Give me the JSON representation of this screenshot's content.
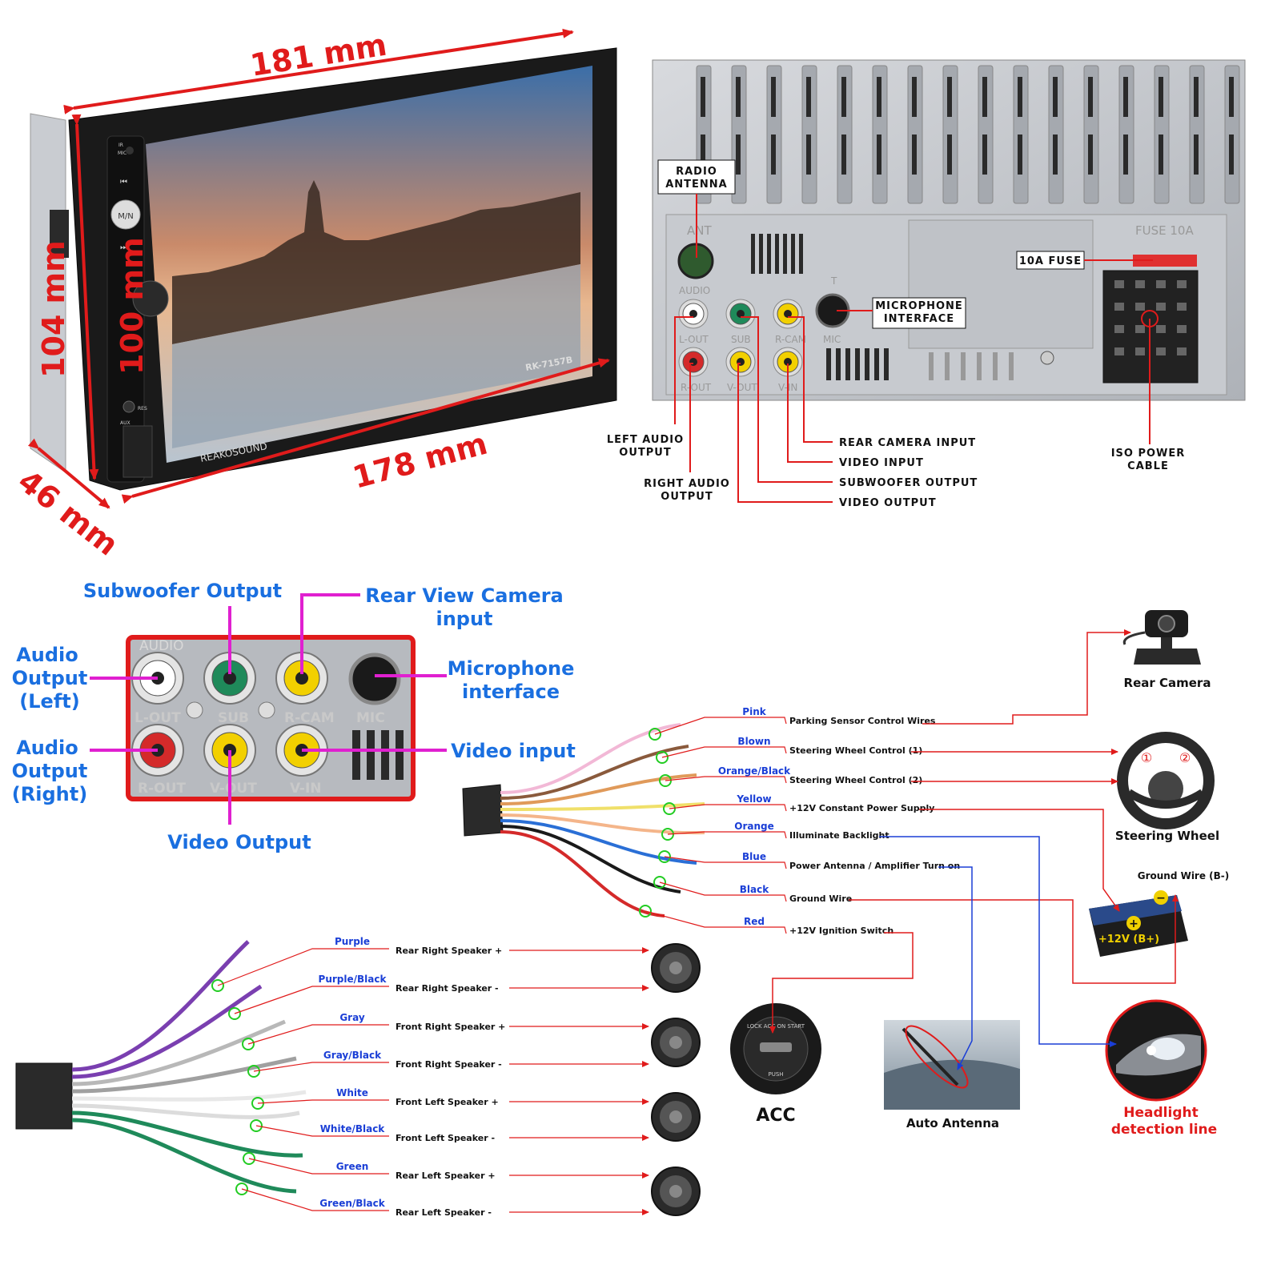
{
  "front_unit": {
    "dims": {
      "top": "181 mm",
      "bottom": "178 mm",
      "height_outer": "104 mm",
      "height_inner": "100 mm",
      "depth": "46 mm"
    },
    "model": "RK-7157B",
    "brand": "REAKOSOUND",
    "buttons": {
      "mn": "M/N",
      "ir": "IR",
      "mic": "MIC",
      "res": "RES",
      "aux": "AUX"
    }
  },
  "back_panel": {
    "silk": {
      "ant": "ANT",
      "audio": "AUDIO",
      "fuse": "FUSE 10A",
      "t": "T",
      "mic": "MIC",
      "lout": "L-OUT",
      "sub": "SUB",
      "rcam": "R-CAM",
      "rout": "R-OUT",
      "vout": "V-OUT",
      "vin": "V-IN"
    },
    "callouts": {
      "radio_antenna": [
        "RADIO",
        "ANTENNA"
      ],
      "fuse": "10A FUSE",
      "microphone": [
        "MICROPHONE",
        "INTERFACE"
      ],
      "left_audio": [
        "LEFT AUDIO",
        "OUTPUT"
      ],
      "right_audio": [
        "RIGHT AUDIO",
        "OUTPUT"
      ],
      "rear_camera": "REAR CAMERA INPUT",
      "video_input": "VIDEO INPUT",
      "subwoofer": "SUBWOOFER OUTPUT",
      "video_output": "VIDEO OUTPUT",
      "iso_power": [
        "ISO POWER",
        "CABLE"
      ]
    }
  },
  "jack_panel": {
    "silk": {
      "audio": "AUDIO",
      "lout": "L-OUT",
      "sub": "SUB",
      "rcam": "R-CAM",
      "mic": "MIC",
      "rout": "R-OUT",
      "vout": "V-OUT",
      "vin": "V-IN"
    },
    "labels": {
      "subwoofer": "Subwoofer Output",
      "rear_view": [
        "Rear View Camera",
        "input"
      ],
      "audio_left": [
        "Audio",
        "Output",
        "(Left)"
      ],
      "microphone": [
        "Microphone",
        "interface"
      ],
      "audio_right": [
        "Audio",
        "Output",
        "(Right)"
      ],
      "video_input": "Video input",
      "video_output": "Video Output"
    }
  },
  "power_harness": [
    {
      "color": "Pink",
      "function": "Parking Sensor Control Wires",
      "hex": "#f2b8d6"
    },
    {
      "color": "Blown",
      "function": "Steering Wheel Control  (1)",
      "hex": "#8a5a3c"
    },
    {
      "color": "Orange/Black",
      "function": "Steering Wheel Control  (2)",
      "hex": "#e09a5a"
    },
    {
      "color": "Yellow",
      "function": "+12V Constant Power Supply",
      "hex": "#f0e06a"
    },
    {
      "color": "Orange",
      "function": "Illuminate Backlight",
      "hex": "#f4b58a"
    },
    {
      "color": "Blue",
      "function": "Power Antenna / Amplifier Turn on",
      "hex": "#2a6fd6"
    },
    {
      "color": "Black",
      "function": "Ground Wire",
      "hex": "#1a1a1a"
    },
    {
      "color": "Red",
      "function": "+12V  Ignition Switch",
      "hex": "#d42a2a"
    }
  ],
  "speaker_harness": [
    {
      "color": "Purple",
      "function": "Rear Right Speaker +",
      "hex": "#7a3fb0"
    },
    {
      "color": "Purple/Black",
      "function": "Rear Right Speaker -",
      "hex": "#7a3fb0"
    },
    {
      "color": "Gray",
      "function": "Front Right Speaker +",
      "hex": "#b8b8b8"
    },
    {
      "color": "Gray/Black",
      "function": "Front Right Speaker -",
      "hex": "#a0a0a0"
    },
    {
      "color": "White",
      "function": "Front Left Speaker +",
      "hex": "#e8e8e8"
    },
    {
      "color": "White/Black",
      "function": "Front Left Speaker -",
      "hex": "#dcdcdc"
    },
    {
      "color": "Green",
      "function": "Rear Left Speaker +",
      "hex": "#1f8a5a"
    },
    {
      "color": "Green/Black",
      "function": "Rear Left Speaker -",
      "hex": "#1f8a5a"
    }
  ],
  "devices": {
    "rear_camera": "Rear Camera",
    "steering_wheel": "Steering Wheel",
    "ground_wire": "Ground Wire (B-)",
    "battery_plus": "+12V  (B+)",
    "acc": "ACC",
    "acc_ring": "LOCK  ACC  ON  START",
    "acc_push": "PUSH",
    "auto_antenna": "Auto Antenna",
    "headlight": [
      "Headlight",
      "detection line"
    ],
    "wheel_num_1": "①",
    "wheel_num_2": "②"
  },
  "colors": {
    "red": "#e01b1b",
    "blue_label": "#1a6fe0",
    "magenta": "#e020d0",
    "wire_label": "#1a3ed6"
  }
}
